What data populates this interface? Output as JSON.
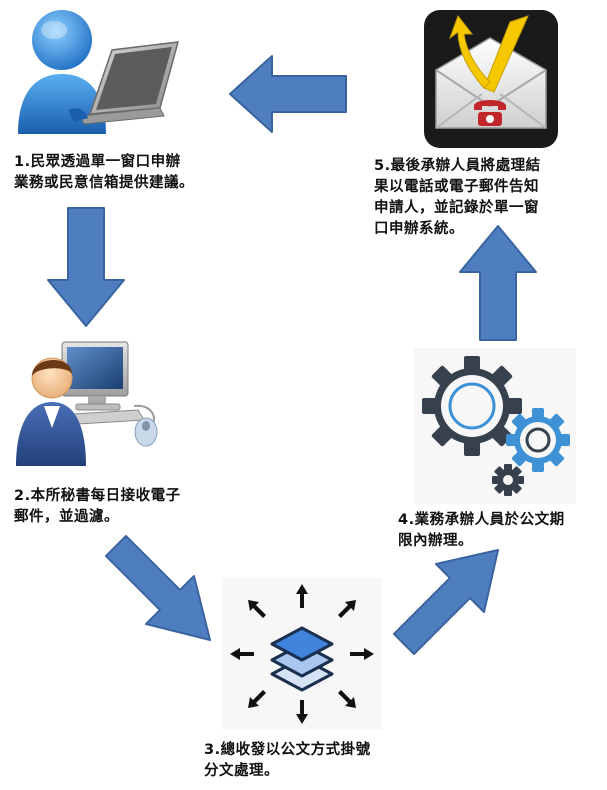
{
  "colors": {
    "arrow_fill": "#4f7ec0",
    "arrow_stroke": "#3a649f",
    "person_blue": "#2f78c7",
    "gear_dark": "#37414d",
    "gear_blue": "#3f91d6",
    "layer_blue": "#3f83dd"
  },
  "steps": [
    {
      "lines": [
        "1.民眾透過單一窗口申辦",
        "業務或民意信箱提供建議。"
      ],
      "icon": "person-laptop-icon"
    },
    {
      "lines": [
        "2.本所秘書每日接收電子",
        "郵件，並過濾。"
      ],
      "icon": "secretary-computer-icon"
    },
    {
      "lines": [
        "3.總收發以公文方式掛號",
        "分文處理。"
      ],
      "icon": "layers-distribute-icon"
    },
    {
      "lines": [
        "4.業務承辦人員於公文期",
        "限內辦理。"
      ],
      "icon": "gears-icon"
    },
    {
      "lines": [
        "5.最後承辦人員將處理結",
        "果以電話或電子郵件告知",
        "申請人，並記錄於單一窗",
        "口申辦系統。"
      ],
      "icon": "envelope-phone-icon"
    }
  ],
  "flow_arrows": [
    "5-to-1",
    "1-to-2",
    "2-to-3",
    "3-to-4",
    "4-to-5"
  ]
}
